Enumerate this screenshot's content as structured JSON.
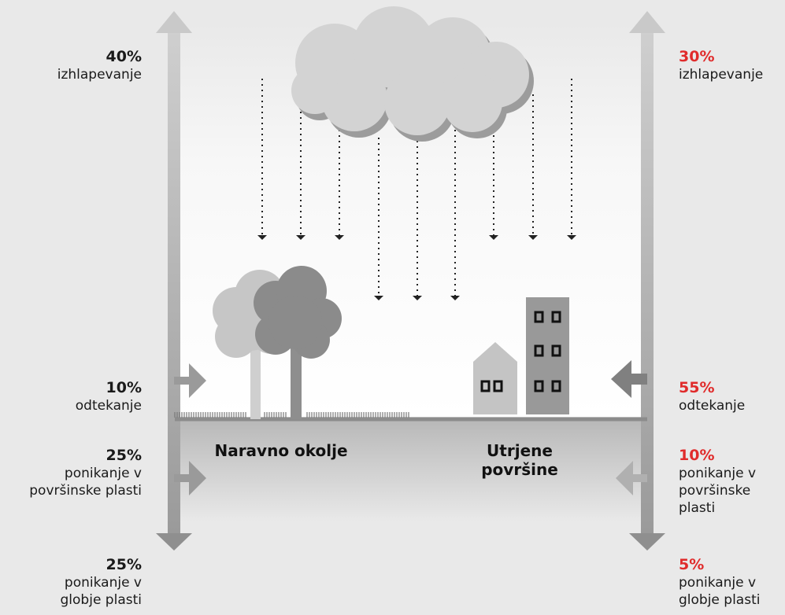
{
  "left_stats": [
    {
      "pct": "40%",
      "label": "izhlapevanje"
    },
    {
      "pct": "10%",
      "label": "odtekanje"
    },
    {
      "pct": "25%",
      "label": "ponikanje v\npovršinske plasti"
    },
    {
      "pct": "25%",
      "label": "ponikanje v\nglobje plasti"
    }
  ],
  "right_stats": [
    {
      "pct": "30%",
      "label": "izhlapevanje"
    },
    {
      "pct": "55%",
      "label": "odtekanje"
    },
    {
      "pct": "10%",
      "label": "ponikanje v\npovršinske\nplasti"
    },
    {
      "pct": "5%",
      "label": "ponikanje v\nglobje plasti"
    }
  ],
  "areas": {
    "natural": "Naravno okolje",
    "sealed": "Utrjene\npovršine"
  },
  "colors": {
    "background": "#e9e9e9",
    "arrow": "#9a9a9a",
    "highlight": "#e02b2b",
    "ground": "#8c8c8c"
  }
}
